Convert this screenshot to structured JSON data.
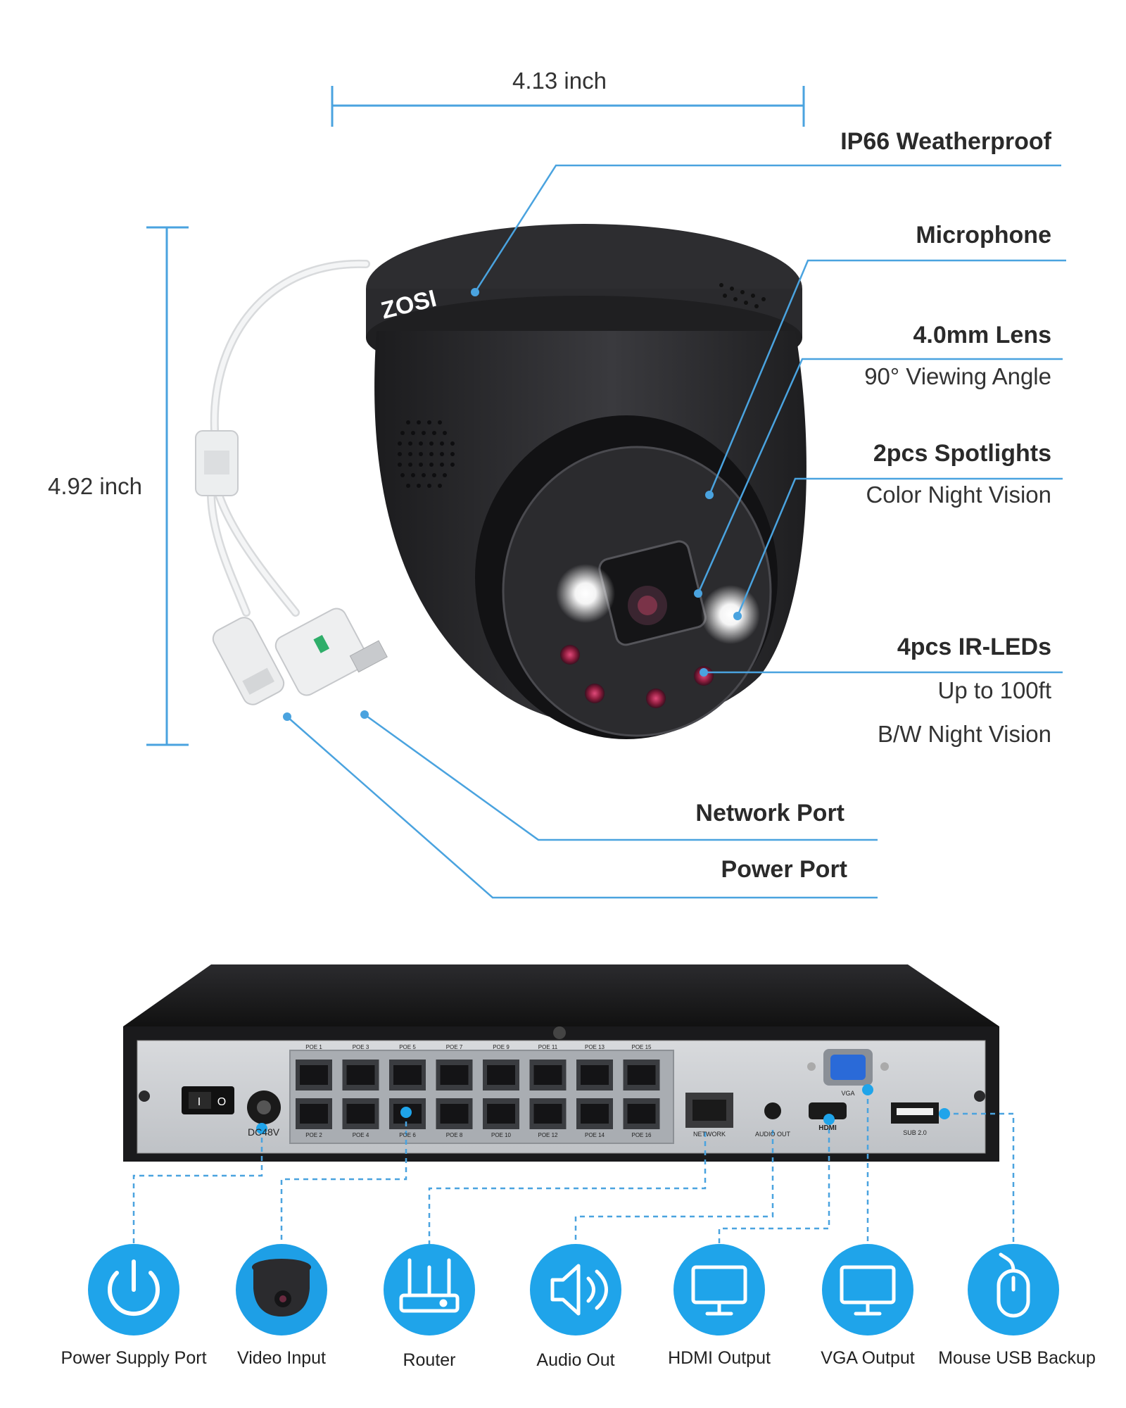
{
  "dimensions": {
    "width": "4.13 inch",
    "height": "4.92 inch"
  },
  "camera": {
    "brand": "ZOSI"
  },
  "features": [
    {
      "title": "IP66 Weatherproof"
    },
    {
      "title": "Microphone"
    },
    {
      "title": "4.0mm Lens",
      "subtitle": "90° Viewing Angle"
    },
    {
      "title": "2pcs Spotlights",
      "subtitle": "Color Night Vision"
    },
    {
      "title": "4pcs IR-LEDs",
      "subtitle": "Up to 100ft",
      "subtitle2": "B/W Night Vision"
    },
    {
      "title": "Network Port"
    },
    {
      "title": "Power Port"
    }
  ],
  "nvr": {
    "poe_top": [
      "POE 1",
      "POE 3",
      "POE 5",
      "POE 7",
      "POE 9",
      "POE 11",
      "POE 13",
      "POE 15"
    ],
    "poe_bottom": [
      "POE 2",
      "POE 4",
      "POE 6",
      "POE 8",
      "POE 10",
      "POE 12",
      "POE 14",
      "POE 16"
    ],
    "dc_label": "DC48V",
    "network_label": "NETWORK",
    "audio_label": "AUDIO OUT",
    "hdmi_label": "HDMI",
    "vga_label": "VGA",
    "usb_label": "SUB 2.0"
  },
  "ports": [
    {
      "label": "Power Supply Port",
      "icon": "power-icon"
    },
    {
      "label": "Video Input",
      "icon": "camera-icon"
    },
    {
      "label": "Router",
      "icon": "router-icon"
    },
    {
      "label": "Audio Out",
      "icon": "speaker-icon"
    },
    {
      "label": "HDMI Output",
      "icon": "monitor-icon"
    },
    {
      "label": "VGA Output",
      "icon": "monitor-icon"
    },
    {
      "label": "Mouse USB Backup",
      "icon": "mouse-icon"
    }
  ],
  "colors": {
    "line": "#4aa3df",
    "circle": "#1fa4ea",
    "text": "#2a2a2a"
  }
}
